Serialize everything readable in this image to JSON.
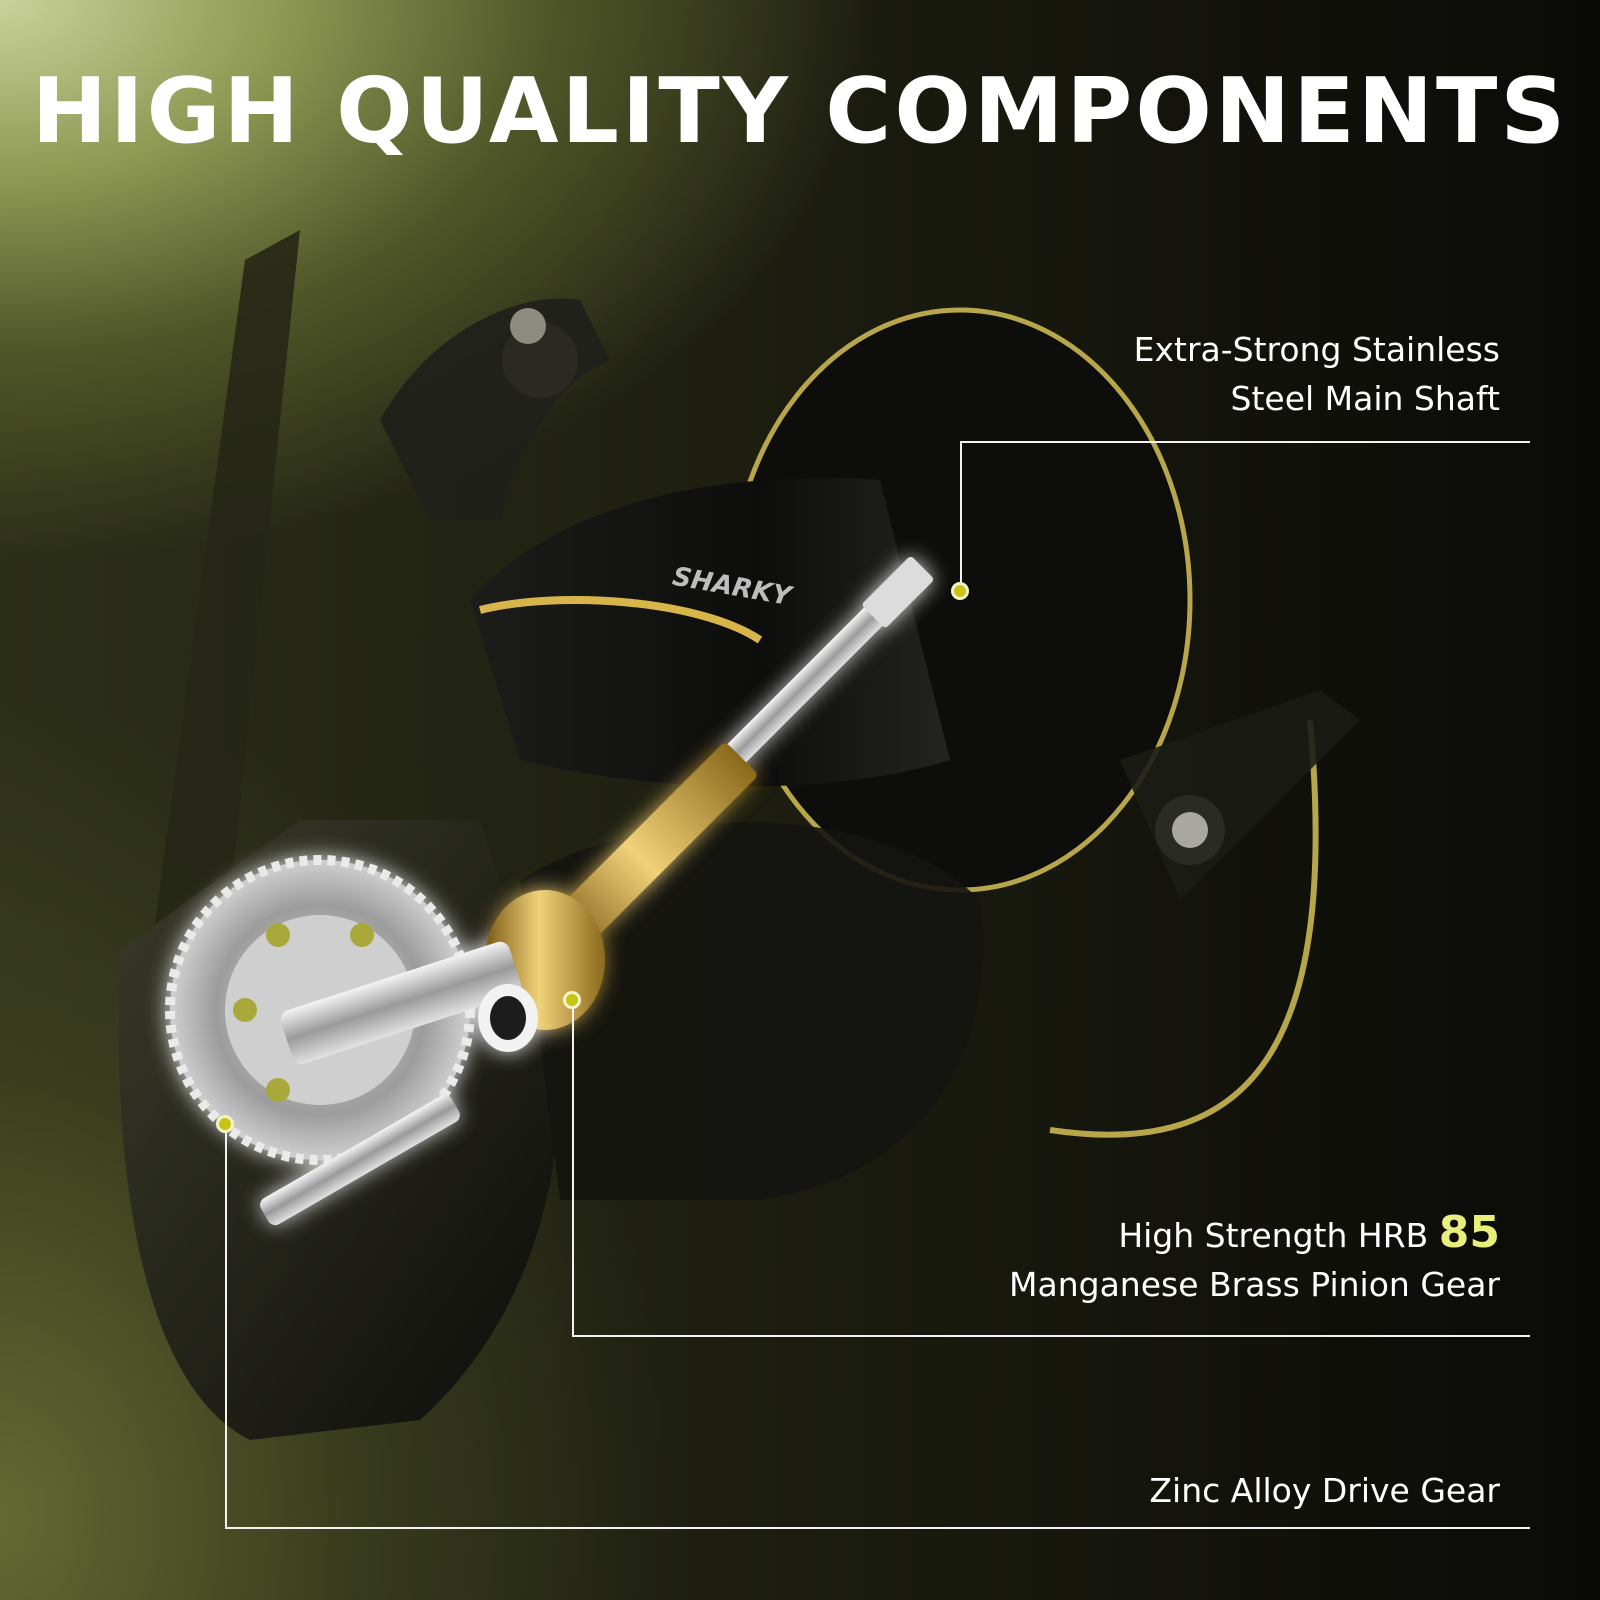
{
  "title": "HIGH QUALITY COMPONENTS",
  "brand_logo": "SHARKY",
  "callouts": [
    {
      "id": "main-shaft",
      "lines": [
        "Extra-Strong Stainless",
        "Steel Main Shaft"
      ]
    },
    {
      "id": "pinion-gear",
      "line1_prefix": "High Strength HRB ",
      "line1_highlight": "85",
      "line2": "Manganese Brass Pinion Gear"
    },
    {
      "id": "drive-gear",
      "lines": [
        "Zinc Alloy Drive Gear"
      ]
    }
  ],
  "colors": {
    "title": "#ffffff",
    "highlight": "#e9ef7c",
    "dot": "#c8c414",
    "line": "#f2f2f2",
    "brass": "#c9a43a",
    "steel": "#c8c8c8"
  }
}
